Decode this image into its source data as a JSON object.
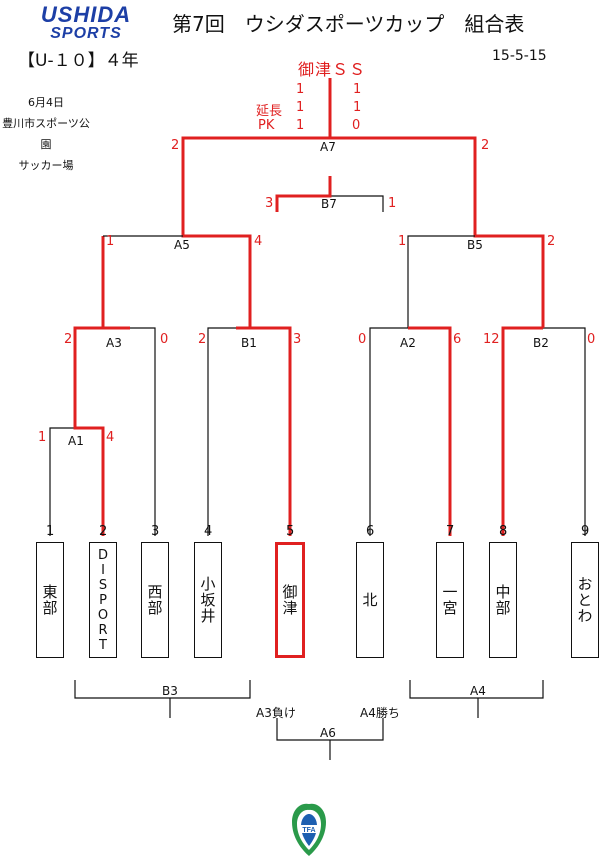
{
  "header": {
    "logo_line1": "USHIDA",
    "logo_line2": "SPORTS",
    "title": "第7回　ウシダスポーツカップ　組合表",
    "category": "【U-１０】４年",
    "date": "15-5-15"
  },
  "venue": {
    "date": "6月4日",
    "place": "豊川市スポーツ公園",
    "field": "サッカー場"
  },
  "champion": "御津ＳＳ",
  "final_scores": {
    "left_regular": "1",
    "right_regular": "1",
    "extra_label": "延長",
    "left_extra": "1",
    "right_extra": "1",
    "pk_label": "PK",
    "left_pk": "1",
    "right_pk": "0"
  },
  "matches": {
    "A7": {
      "label": "A7",
      "left": "2",
      "right": "2"
    },
    "B7": {
      "label": "B7",
      "left": "3",
      "right": "1"
    },
    "A5": {
      "label": "A5",
      "left": "1",
      "right": "4"
    },
    "B5": {
      "label": "B5",
      "left": "1",
      "right": "2"
    },
    "A3": {
      "label": "A3",
      "left": "2",
      "right": "0"
    },
    "B1": {
      "label": "B1",
      "left": "2",
      "right": "3"
    },
    "A2": {
      "label": "A2",
      "left": "0",
      "right": "6"
    },
    "B2": {
      "label": "B2",
      "left": "12",
      "right": "0"
    },
    "A1": {
      "label": "A1",
      "left": "1",
      "right": "4"
    }
  },
  "teams": [
    {
      "no": "1",
      "name": "東部"
    },
    {
      "no": "2",
      "name": "DISPORT"
    },
    {
      "no": "3",
      "name": "西部"
    },
    {
      "no": "4",
      "name": "小坂井"
    },
    {
      "no": "5",
      "name": "御津"
    },
    {
      "no": "6",
      "name": "北"
    },
    {
      "no": "7",
      "name": "一宮"
    },
    {
      "no": "8",
      "name": "中部"
    },
    {
      "no": "9",
      "name": "おとわ"
    }
  ],
  "bottom": {
    "B3": "B3",
    "A4": "A4",
    "A3_lose": "A3負け",
    "A4_win": "A4勝ち",
    "A6": "A6"
  },
  "logo_bottom": "TFA",
  "colors": {
    "highlight": "#e02020",
    "line": "#111111",
    "logo": "#1d3fa6"
  }
}
